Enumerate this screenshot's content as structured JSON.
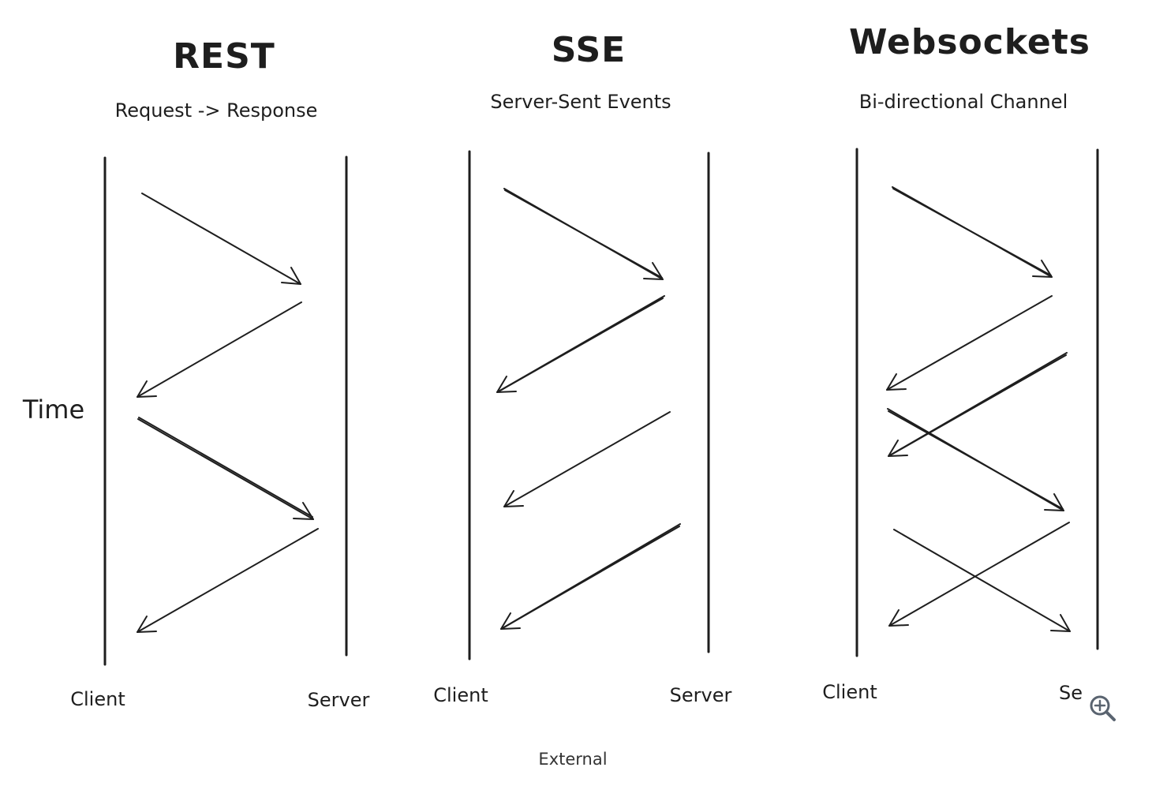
{
  "diagrams": [
    {
      "title": "REST",
      "subtitle": "Request -> Response",
      "client_label": "Client",
      "server_label": "Server"
    },
    {
      "title": "SSE",
      "subtitle": "Server-Sent Events",
      "client_label": "Client",
      "server_label": "Server"
    },
    {
      "title": "Websockets",
      "subtitle": "Bi-directional Channel",
      "client_label": "Client",
      "server_label": "Se"
    }
  ],
  "time_label": "Time",
  "footer": {
    "link_text": "External"
  },
  "controls": {
    "zoom_icon": "zoom-in-icon"
  }
}
